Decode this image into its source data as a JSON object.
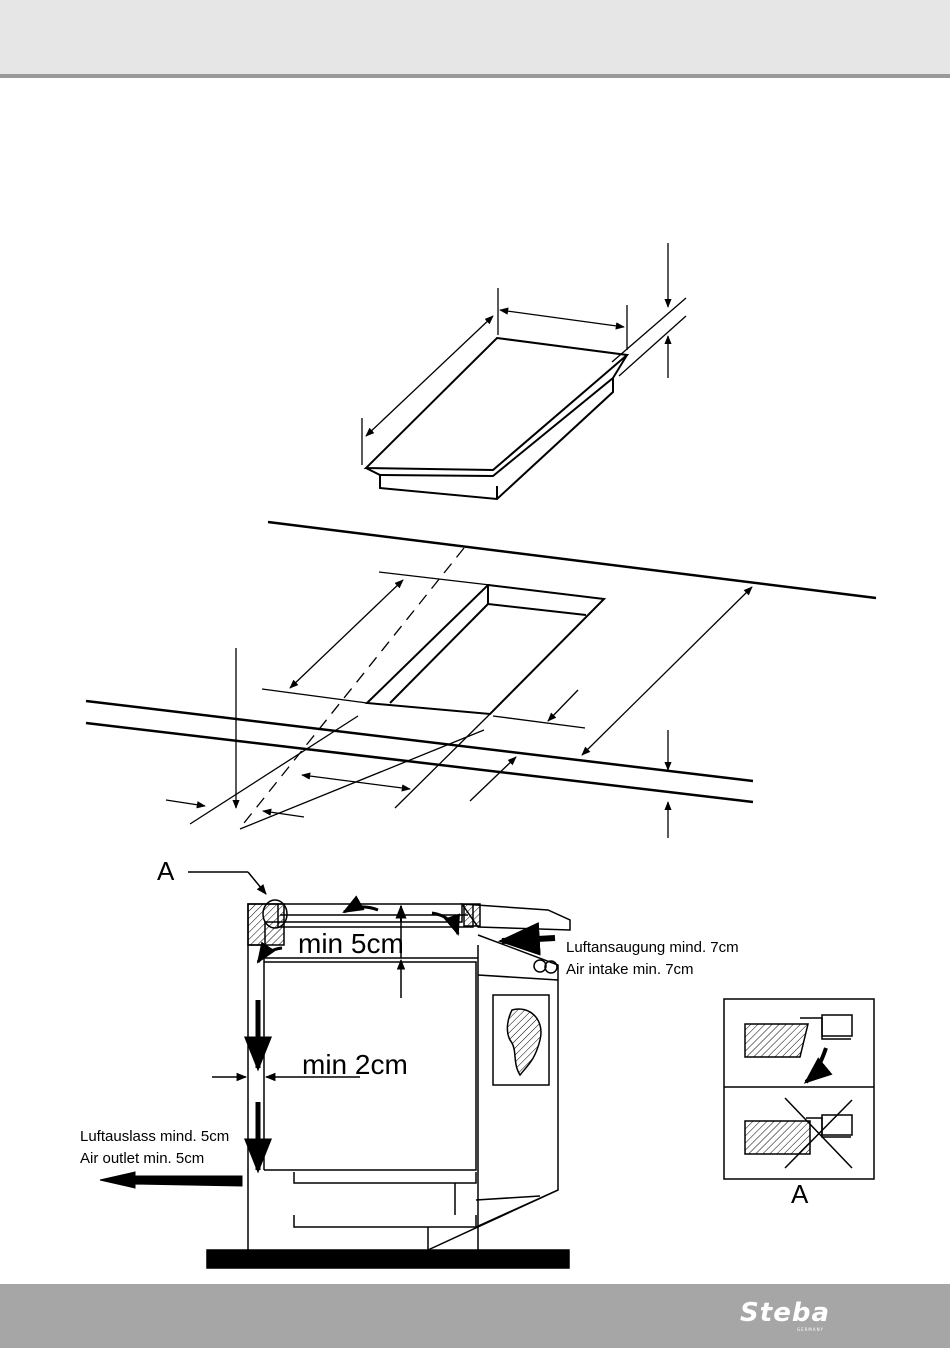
{
  "brand": {
    "logo_text": "Steba",
    "logo_sub": "GERMANY"
  },
  "labels": {
    "detail_marker": "A",
    "detail_caption": "A",
    "min_5cm": "min  5cm",
    "min_2cm": "min  2cm",
    "air_intake_de": "Luftansaugung mind. 7cm",
    "air_intake_en": "Air intake min. 7cm",
    "air_outlet_de": "Luftauslass mind. 5cm",
    "air_outlet_en": "Air outlet min. 5cm"
  },
  "colors": {
    "header": "#e6e6e6",
    "header_rule": "#9a9a9a",
    "footer": "#a6a6a6",
    "ink": "#000000"
  }
}
